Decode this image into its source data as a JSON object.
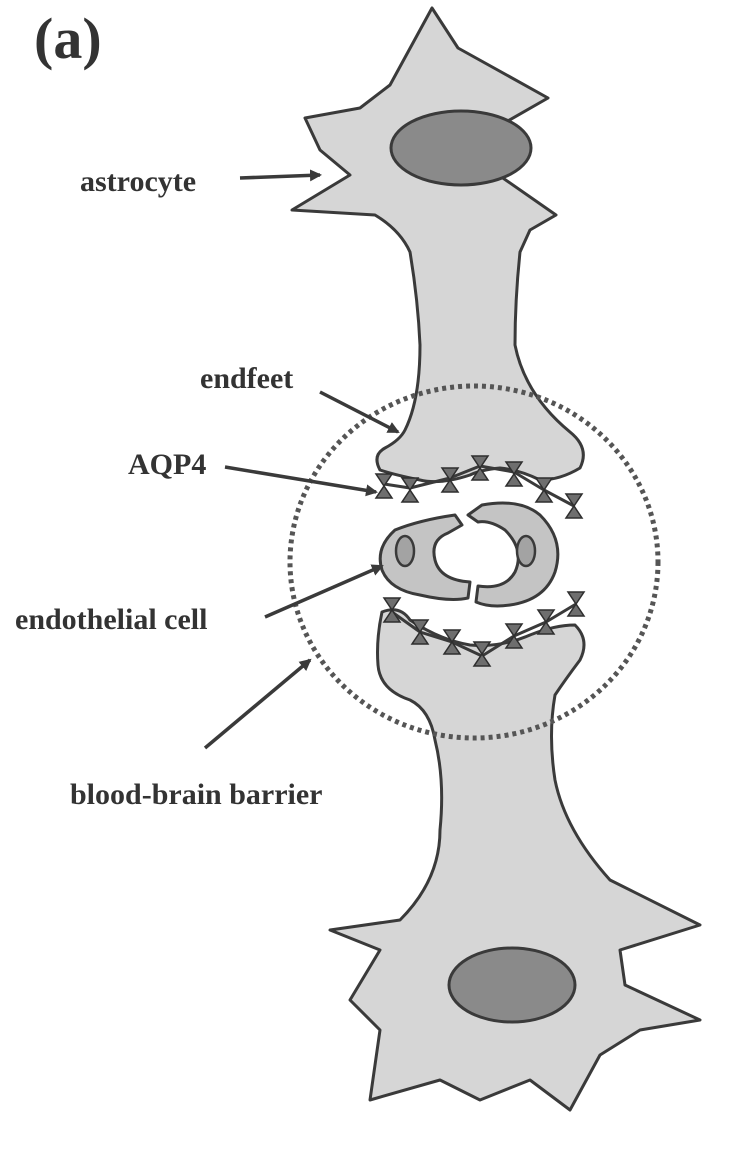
{
  "figure": {
    "panel_label": "(a)",
    "labels": {
      "astrocyte": "astrocyte",
      "endfeet": "endfeet",
      "aqp4": "AQP4",
      "endothelial_cell": "endothelial cell",
      "bbb": "blood-brain barrier"
    },
    "colors": {
      "cell_fill": "#d6d6d6",
      "nucleus_fill": "#8a8a8a",
      "outline": "#3a3a3a",
      "text": "#333333"
    }
  }
}
